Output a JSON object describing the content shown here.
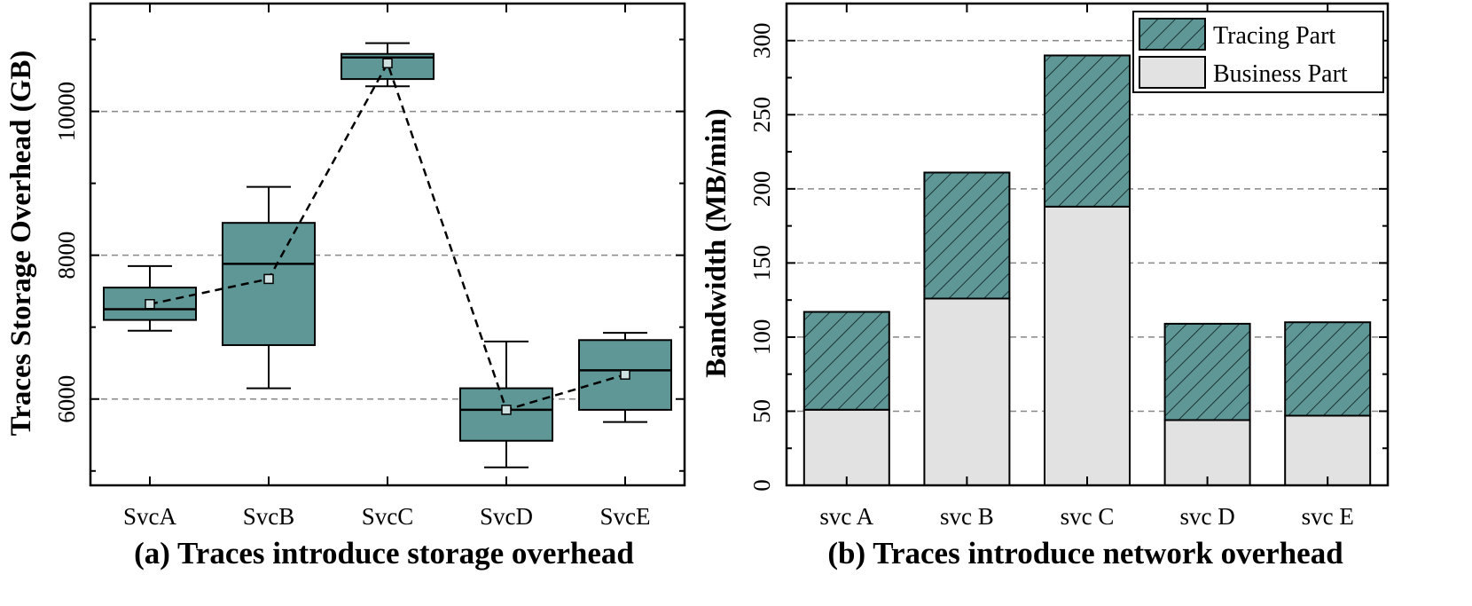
{
  "colors": {
    "teal": "#5f9797",
    "light_gray": "#e2e2e2",
    "grid": "#888888",
    "axis": "#000000"
  },
  "chart_data": [
    {
      "type": "box",
      "caption": "(a) Traces introduce storage overhead",
      "xlabel": "",
      "ylabel": "Traces Storage Overhead (GB)",
      "categories": [
        "SvcA",
        "SvcB",
        "SvcC",
        "SvcD",
        "SvcE"
      ],
      "ylim": [
        4800,
        11500
      ],
      "yticks": [
        6000,
        8000,
        10000
      ],
      "grid_lines": [
        6000,
        8000,
        10000
      ],
      "boxes": [
        {
          "name": "SvcA",
          "whisker_low": 6950,
          "q1": 7100,
          "median": 7250,
          "q3": 7550,
          "whisker_high": 7850,
          "mean": 7320
        },
        {
          "name": "SvcB",
          "whisker_low": 6150,
          "q1": 6750,
          "median": 7880,
          "q3": 8450,
          "whisker_high": 8950,
          "mean": 7670
        },
        {
          "name": "SvcC",
          "whisker_low": 10350,
          "q1": 10450,
          "median": 10750,
          "q3": 10800,
          "whisker_high": 10950,
          "mean": 10670
        },
        {
          "name": "SvcD",
          "whisker_low": 5050,
          "q1": 5420,
          "median": 5850,
          "q3": 6150,
          "whisker_high": 6800,
          "mean": 5850
        },
        {
          "name": "SvcE",
          "whisker_low": 5680,
          "q1": 5850,
          "median": 6400,
          "q3": 6820,
          "whisker_high": 6920,
          "mean": 6340
        }
      ]
    },
    {
      "type": "stacked_bar",
      "caption": "(b) Traces introduce network overhead",
      "xlabel": "",
      "ylabel": "Bandwidth (MB/min)",
      "categories": [
        "svc A",
        "svc B",
        "svc C",
        "svc D",
        "svc E"
      ],
      "ylim": [
        0,
        325
      ],
      "yticks": [
        0,
        50,
        100,
        150,
        200,
        250,
        300
      ],
      "grid_lines": [
        50,
        100,
        150,
        200,
        250,
        300
      ],
      "legend_position": "top-right",
      "series": [
        {
          "name": "Business Part",
          "values": [
            51,
            126,
            188,
            44,
            47
          ]
        },
        {
          "name": "Tracing Part",
          "values": [
            66,
            85,
            102,
            65,
            63
          ]
        }
      ]
    }
  ]
}
